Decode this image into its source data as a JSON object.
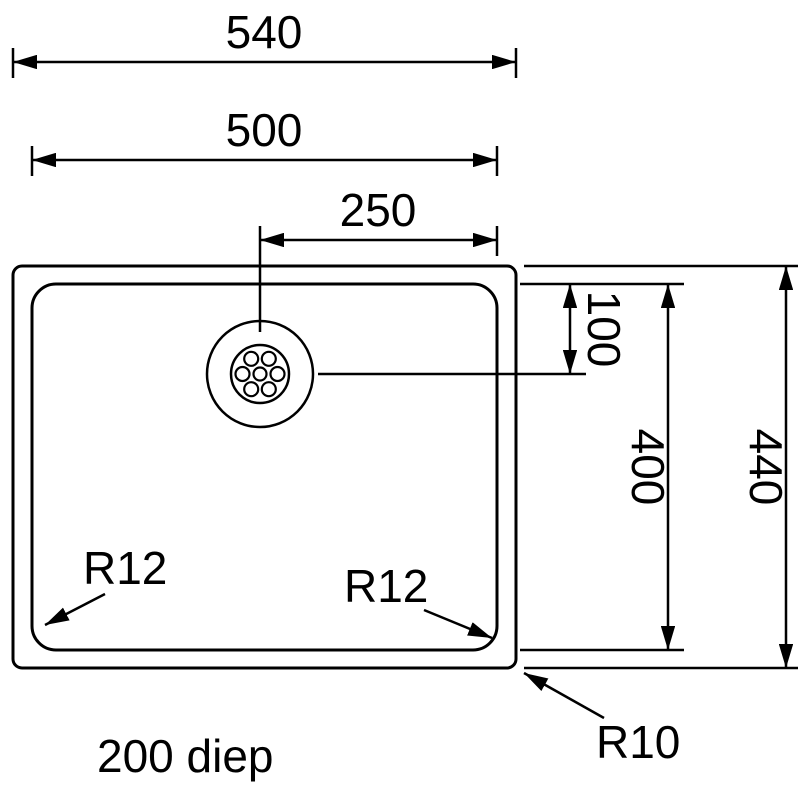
{
  "drawing": {
    "background_color": "#ffffff",
    "line_color": "#000000",
    "dimensions": {
      "outer_width": "540",
      "bowl_width": "500",
      "drain_offset_horizontal": "250",
      "drain_offset_vertical": "100",
      "bowl_height": "400",
      "outer_height": "440"
    },
    "radii": {
      "bowl_corner_left": "R12",
      "bowl_corner_right": "R12",
      "outer_corner": "R10"
    },
    "notes": {
      "depth": "200 diep"
    }
  }
}
